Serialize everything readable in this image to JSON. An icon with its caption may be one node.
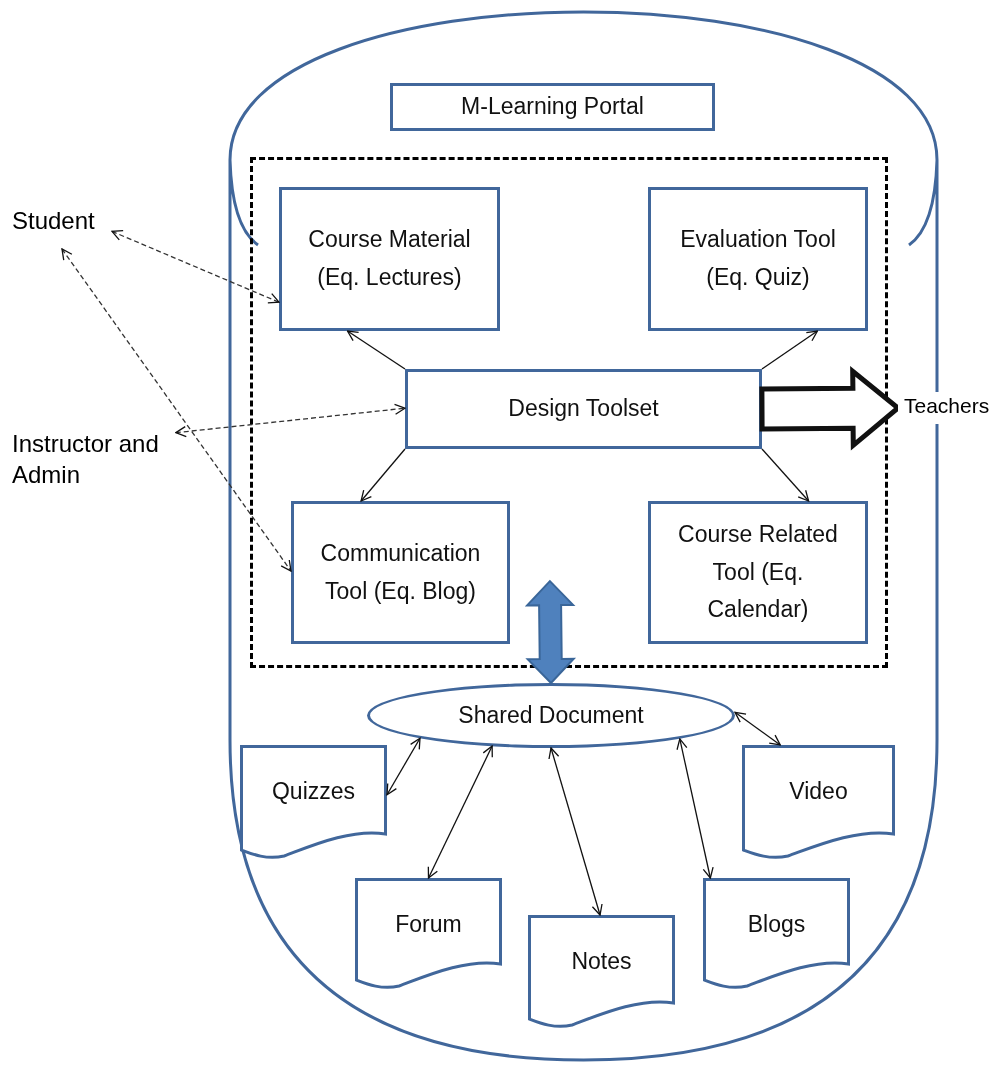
{
  "diagram": {
    "nodes": [
      {
        "text": [],
        "shape": "cylinder"
      },
      {
        "text": [
          "M-Learning Portal"
        ],
        "in": 0
      },
      {
        "text": [],
        "shape": "box",
        "in": 0
      },
      {
        "text": [
          "Course Material (Eq. Lectures)"
        ],
        "in": 2
      },
      {
        "text": [
          "Evaluation Tool (Eq. Quiz)"
        ],
        "in": 2
      },
      {
        "text": [
          "Design Toolset"
        ],
        "in": 2
      },
      {
        "text": [
          "Communication Tool (Eq. Blog)"
        ],
        "in": 2
      },
      {
        "text": [
          "Course Related Tool (Eq. Calendar)"
        ],
        "in": 2
      },
      {
        "text": [
          "Shared Document"
        ],
        "in": 0
      },
      {
        "text": [
          "Quizzes"
        ],
        "in": 0
      },
      {
        "text": [
          "Forum"
        ],
        "in": 0
      },
      {
        "text": [
          "Notes"
        ],
        "in": 0
      },
      {
        "text": [
          "Blogs"
        ],
        "in": 0
      },
      {
        "text": [
          "Video"
        ],
        "in": 0
      },
      {
        "text": [
          "Student"
        ]
      },
      {
        "text": [
          "Instructor and Admin"
        ]
      },
      {
        "text": [
          "Teachers"
        ]
      }
    ],
    "edges": [
      {
        "from": 14,
        "to": 3,
        "arrow": "both",
        "style": "dashed"
      },
      {
        "from": 14,
        "to": 6,
        "arrow": "both",
        "style": "dashed"
      },
      {
        "from": 15,
        "to": 5,
        "arrow": "both",
        "style": "dashed"
      },
      {
        "from": 5,
        "to": 3,
        "arrow": "to"
      },
      {
        "from": 5,
        "to": 4,
        "arrow": "to"
      },
      {
        "from": 5,
        "to": 6,
        "arrow": "to"
      },
      {
        "from": 5,
        "to": 7,
        "arrow": "to"
      },
      {
        "from": 5,
        "to": 16,
        "arrow": "to",
        "style": "thick"
      },
      {
        "from": 2,
        "to": 8,
        "arrow": "both",
        "style": "thick",
        "color": "#4f81bd"
      },
      {
        "from": 8,
        "to": 9,
        "arrow": "both"
      },
      {
        "from": 8,
        "to": 10,
        "arrow": "both"
      },
      {
        "from": 8,
        "to": 11,
        "arrow": "both"
      },
      {
        "from": 8,
        "to": 12,
        "arrow": "both"
      },
      {
        "from": 8,
        "to": 13,
        "arrow": "both"
      }
    ]
  }
}
